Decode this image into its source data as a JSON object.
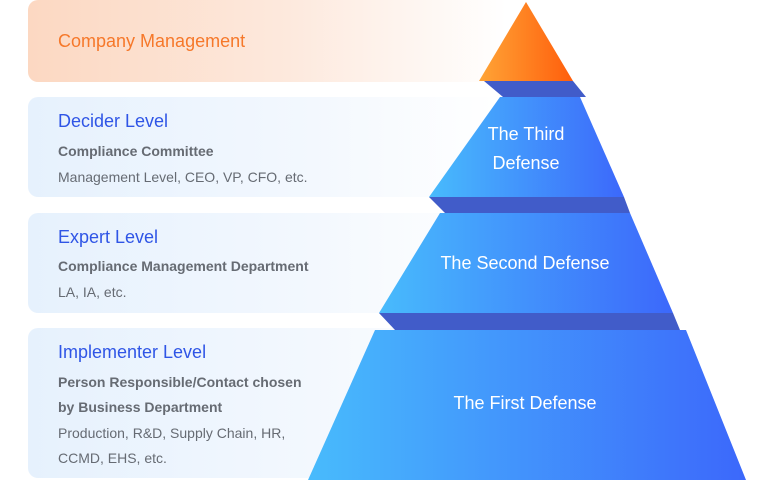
{
  "levels": {
    "management": {
      "title": "Company Management"
    },
    "decider": {
      "title": "Decider Level",
      "subtitle": "Compliance Committee",
      "description": "Management Level, CEO, VP, CFO, etc."
    },
    "expert": {
      "title": "Expert Level",
      "subtitle": "Compliance Management Department",
      "description": "LA, IA, etc."
    },
    "implementer": {
      "title": "Implementer Level",
      "subtitle_line1": "Person Responsible/Contact chosen",
      "subtitle_line2": "by Business Department",
      "description_line1": "Production, R&D, Supply Chain, HR,",
      "description_line2": "CCMD, EHS, etc."
    }
  },
  "pyramid": {
    "third": {
      "line1": "The Third",
      "line2": "Defense"
    },
    "second": "The Second Defense",
    "first": "The First Defense"
  },
  "colors": {
    "orange": "#f6782a",
    "blue_title": "#2f55e6",
    "blue_light": "#48b9fc",
    "blue_dark": "#3d6cfb",
    "band": "#415cc9"
  }
}
